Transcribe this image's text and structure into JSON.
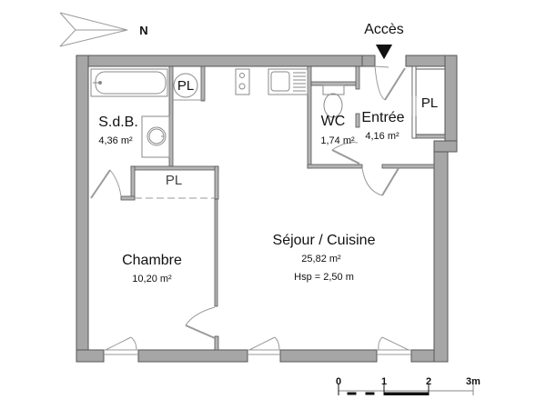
{
  "compass": {
    "label": "N",
    "icon": "north-arrow-icon"
  },
  "access": {
    "label": "Accès",
    "icon": "access-arrow-icon"
  },
  "rooms": {
    "sdb": {
      "name": "S.d.B.",
      "area": "4,36 m²"
    },
    "wc": {
      "name": "WC",
      "area": "1,74 m²"
    },
    "entree": {
      "name": "Entrée",
      "area": "4,16 m²"
    },
    "chambre": {
      "name": "Chambre",
      "area": "10,20 m²"
    },
    "sejour": {
      "name": "Séjour / Cuisine",
      "area": "25,82 m²",
      "height": "Hsp = 2,50 m"
    }
  },
  "closets": [
    {
      "label": "PL",
      "location": "sdb-top"
    },
    {
      "label": "PL",
      "location": "chambre"
    },
    {
      "label": "PL",
      "location": "entree"
    }
  ],
  "scale": {
    "ticks": [
      "0",
      "1",
      "2",
      "3m"
    ]
  },
  "colors": {
    "wall": "#a6a6a6",
    "wall_stroke": "#555555",
    "fixture": "#8a8a8a"
  }
}
